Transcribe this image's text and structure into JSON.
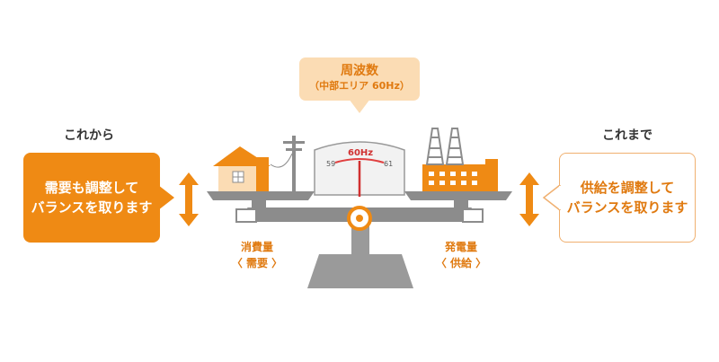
{
  "callout": {
    "title": "周波数",
    "subtitle": "（中部エリア 60Hz）"
  },
  "left": {
    "heading": "これから",
    "message_line1": "需要も調整して",
    "message_line2": "バランスを取ります",
    "pan_label": "消費量",
    "pan_sub": "〈 需要 〉"
  },
  "right": {
    "heading": "これまで",
    "message_line1": "供給を調整して",
    "message_line2": "バランスを取ります",
    "pan_label": "発電量",
    "pan_sub": "〈 供給 〉"
  },
  "gauge": {
    "center": "60Hz",
    "min": "59",
    "max": "61"
  },
  "colors": {
    "accent": "#ef8a14",
    "accent_light": "#fbdcb4",
    "scale_gray": "#8c8c8c"
  },
  "icons": [
    "house-icon",
    "utility-pole-icon",
    "power-plant-icon",
    "double-arrow-icon"
  ]
}
